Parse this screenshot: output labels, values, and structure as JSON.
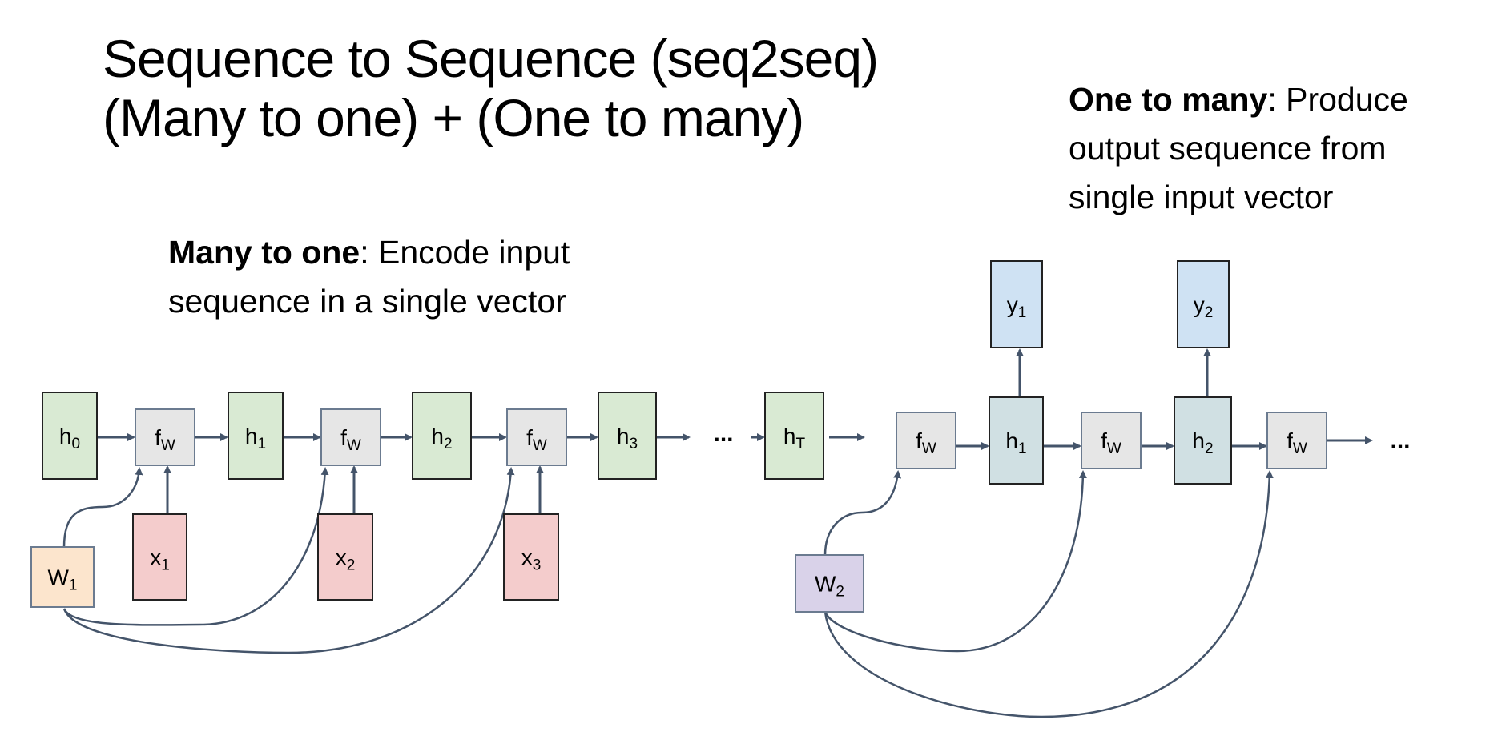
{
  "title": {
    "line1": "Sequence to Sequence (seq2seq)",
    "line2": "(Many to one) + (One to many)"
  },
  "captions": {
    "many_to_one": {
      "bold": "Many to one",
      "rest": ": Encode input",
      "line2": "sequence in a single vector"
    },
    "one_to_many": {
      "bold": "One to many",
      "rest": ": Produce",
      "line2": "output sequence from",
      "line3": "single input vector"
    }
  },
  "colors": {
    "hidden_state": "#d9ead3",
    "decoder_hidden_state": "#d0e0e3",
    "function_block": "#e6e6e6",
    "input": "#f4cccc",
    "output": "#cfe2f3",
    "encoder_weight": "#fce5cd",
    "decoder_weight": "#d9d2e9",
    "arrow": "#44546a"
  },
  "encoder": {
    "nodes": [
      {
        "id": "h0",
        "type": "hidden",
        "base": "h",
        "sub": "0"
      },
      {
        "id": "fw1",
        "type": "func",
        "base": "f",
        "sub": "W"
      },
      {
        "id": "h1",
        "type": "hidden",
        "base": "h",
        "sub": "1"
      },
      {
        "id": "fw2",
        "type": "func",
        "base": "f",
        "sub": "W"
      },
      {
        "id": "h2",
        "type": "hidden",
        "base": "h",
        "sub": "2"
      },
      {
        "id": "fw3",
        "type": "func",
        "base": "f",
        "sub": "W"
      },
      {
        "id": "h3",
        "type": "hidden",
        "base": "h",
        "sub": "3"
      },
      {
        "id": "hT",
        "type": "hidden",
        "base": "h",
        "sub": "T"
      }
    ],
    "inputs": [
      {
        "id": "x1",
        "base": "x",
        "sub": "1"
      },
      {
        "id": "x2",
        "base": "x",
        "sub": "2"
      },
      {
        "id": "x3",
        "base": "x",
        "sub": "3"
      }
    ],
    "weight": {
      "id": "W1",
      "base": "W",
      "sub": "1"
    },
    "ellipsis": "..."
  },
  "decoder": {
    "nodes": [
      {
        "id": "dfw1",
        "type": "func",
        "base": "f",
        "sub": "W"
      },
      {
        "id": "dh1",
        "type": "dhidden",
        "base": "h",
        "sub": "1"
      },
      {
        "id": "dfw2",
        "type": "func",
        "base": "f",
        "sub": "W"
      },
      {
        "id": "dh2",
        "type": "dhidden",
        "base": "h",
        "sub": "2"
      },
      {
        "id": "dfw3",
        "type": "func",
        "base": "f",
        "sub": "W"
      }
    ],
    "outputs": [
      {
        "id": "y1",
        "base": "y",
        "sub": "1"
      },
      {
        "id": "y2",
        "base": "y",
        "sub": "2"
      }
    ],
    "weight": {
      "id": "W2",
      "base": "W",
      "sub": "2"
    },
    "ellipsis": "..."
  }
}
